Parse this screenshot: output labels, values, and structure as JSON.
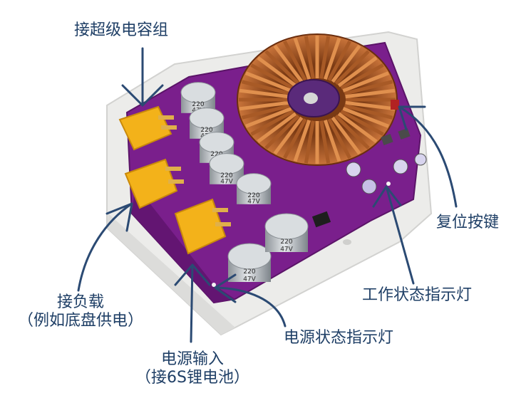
{
  "labels": {
    "supercap": "接超级电容组",
    "load_line1": "接负载",
    "load_line2": "（例如底盘供电）",
    "power_in_line1": "电源输入",
    "power_in_line2": "（接6S锂电池）",
    "reset": "复位按键",
    "work_led": "工作状态指示灯",
    "power_led": "电源状态指示灯"
  },
  "capacitors": [
    {
      "value": "220",
      "voltage": "47V"
    },
    {
      "value": "220",
      "voltage": "47V"
    },
    {
      "value": "220",
      "voltage": "47V"
    },
    {
      "value": "220",
      "voltage": "47V"
    },
    {
      "value": "220",
      "voltage": "47V"
    },
    {
      "value": "220",
      "voltage": "47V"
    },
    {
      "value": "220",
      "voltage": "47V"
    }
  ],
  "colors": {
    "arrow": "#2b4a73",
    "label_text": "#1f3f66",
    "pcb": "#7a1f8c",
    "enclosure": "#eeeeec",
    "connector": "#f3b21a",
    "copper": "#c9743a"
  }
}
